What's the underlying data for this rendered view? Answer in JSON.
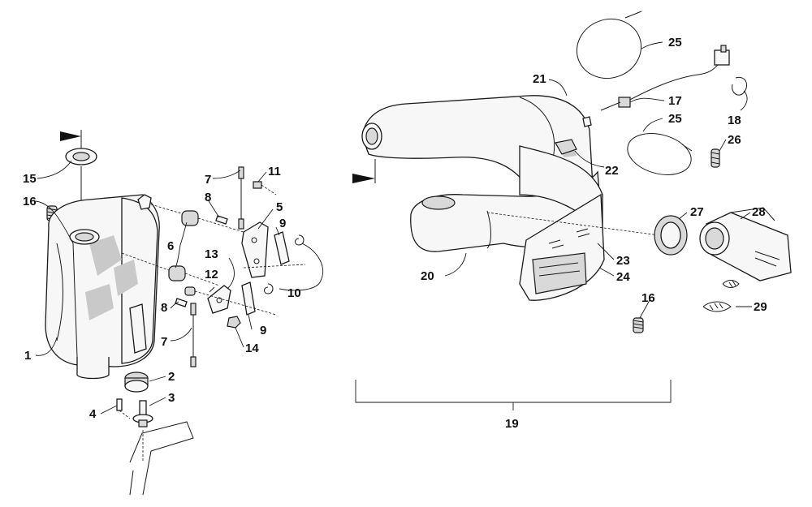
{
  "callouts": {
    "c1": "1",
    "c2": "2",
    "c3": "3",
    "c4": "4",
    "c5": "5",
    "c6": "6",
    "c7a": "7",
    "c7b": "7",
    "c8a": "8",
    "c8b": "8",
    "c9a": "9",
    "c9b": "9",
    "c10": "10",
    "c11": "11",
    "c12": "12",
    "c13": "13",
    "c14": "14",
    "c15": "15",
    "c16a": "16",
    "c16b": "16",
    "c17": "17",
    "c18": "18",
    "c19": "19",
    "c20": "20",
    "c21": "21",
    "c22": "22",
    "c23": "23",
    "c24": "24",
    "c25a": "25",
    "c25b": "25",
    "c26": "26",
    "c27": "27",
    "c28": "28",
    "c29": "29"
  },
  "colors": {
    "line": "#1a1a1a",
    "fill": "#f7f7f7",
    "shade": "#c9c9c9"
  },
  "icons": [
    "flag-marker-icon"
  ]
}
